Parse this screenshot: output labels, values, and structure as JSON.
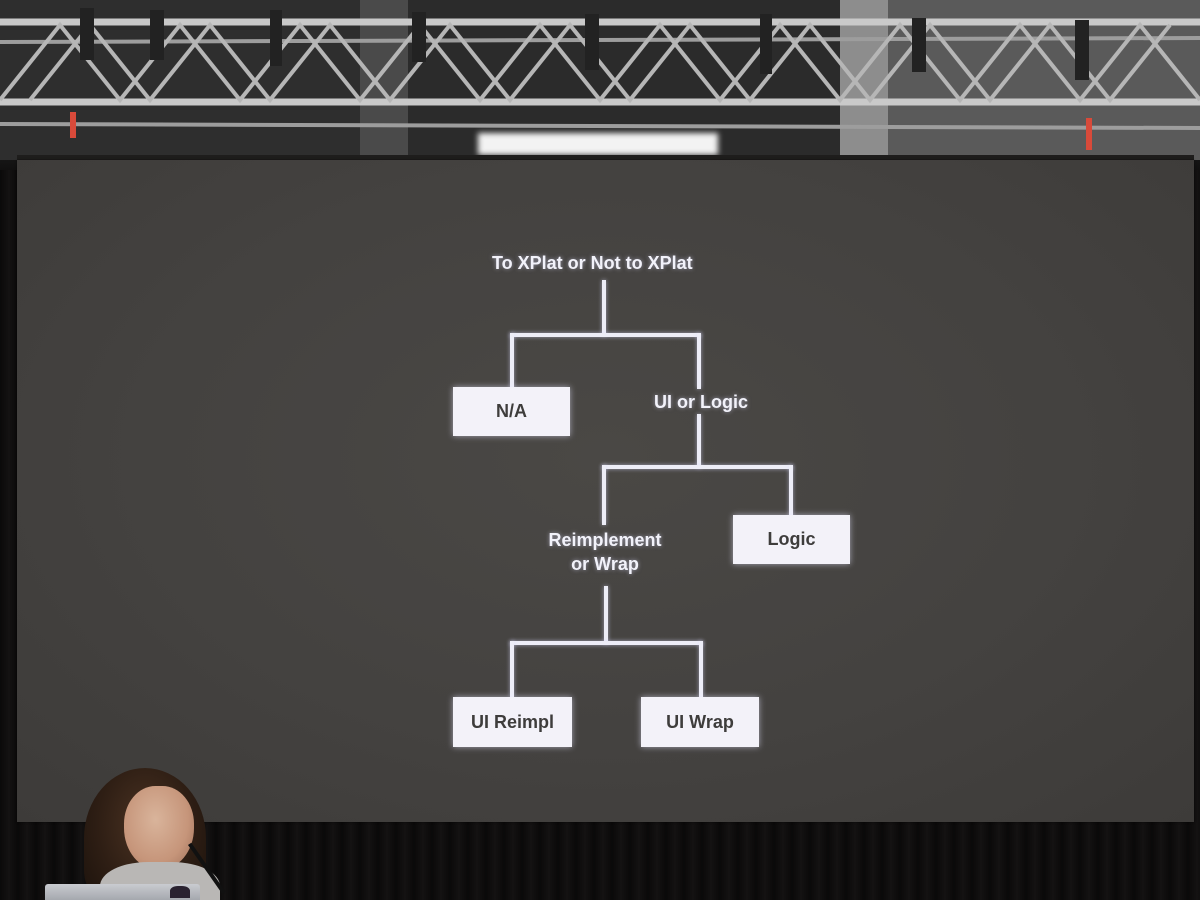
{
  "slide": {
    "title": "To XPlat or Not to XPlat",
    "node_na": "N/A",
    "node_ui_or_logic": "UI or Logic",
    "node_reimplement_line1": "Reimplement",
    "node_reimplement_line2": "or Wrap",
    "node_logic": "Logic",
    "node_ui_reimpl": "UI Reimpl",
    "node_ui_wrap": "UI Wrap"
  },
  "colors": {
    "screen": "#444240",
    "slide_text": "#f2f2fa",
    "box_fill": "#f3f2f9",
    "box_text": "#3e3d3c"
  }
}
